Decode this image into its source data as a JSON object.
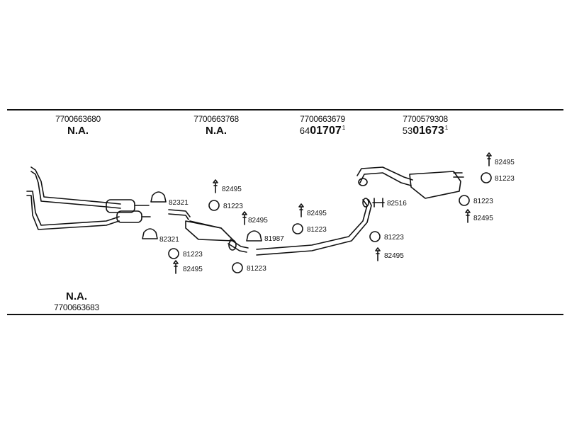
{
  "headers": [
    {
      "part_number": "7700663680",
      "status": "N.A."
    },
    {
      "part_number": "7700663768",
      "status": "N.A."
    },
    {
      "part_number": "7700663679",
      "code_prefix": "64",
      "code_main": "01707",
      "code_sup": "1"
    },
    {
      "part_number": "7700579308",
      "code_prefix": "53",
      "code_main": "01673",
      "code_sup": "1"
    }
  ],
  "bottom_left": {
    "status": "N.A.",
    "part_number": "7700663683"
  },
  "part_labels": {
    "clamp_top": "82321",
    "clamp_bottom": "82321",
    "ring_left": "81223",
    "bracket_left": "82495",
    "bracket_mid_top": "82495",
    "ring_mid_top": "81223",
    "bracket_mid_right": "82495",
    "clamp_mid": "81987",
    "ring_mid_bottom": "81223",
    "bracket_center": "82495",
    "ring_center": "81223",
    "hanger_center": "82516",
    "ring_center_low": "81223",
    "bracket_center_low": "82495",
    "bracket_far_top": "82495",
    "ring_far_top": "81223",
    "ring_far_mid": "81223",
    "bracket_far_mid": "82495"
  }
}
